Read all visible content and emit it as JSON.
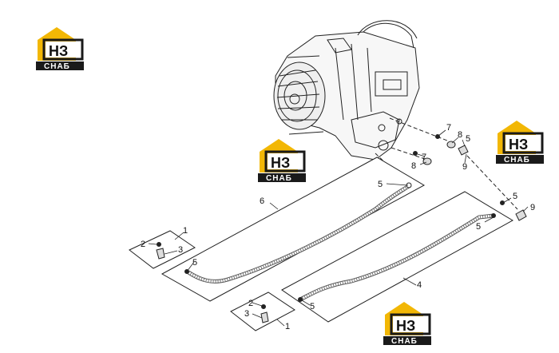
{
  "logo": {
    "letters": "НЗ",
    "caption": "СНАБ"
  },
  "callouts": {
    "c1a": "1",
    "c1b": "1",
    "c2a": "2",
    "c2b": "2",
    "c3a": "3",
    "c3b": "3",
    "c4": "4",
    "c5a": "5",
    "c5b": "5",
    "c5c": "5",
    "c5d": "5",
    "c5e": "5",
    "c5f": "5",
    "c6": "6",
    "c7a": "7",
    "c7b": "7",
    "c8a": "8",
    "c8b": "8",
    "c9a": "9",
    "c9b": "9"
  },
  "colors": {
    "logo_yellow": "#f2b705",
    "logo_dark": "#1a1a1a",
    "line": "#222222"
  }
}
